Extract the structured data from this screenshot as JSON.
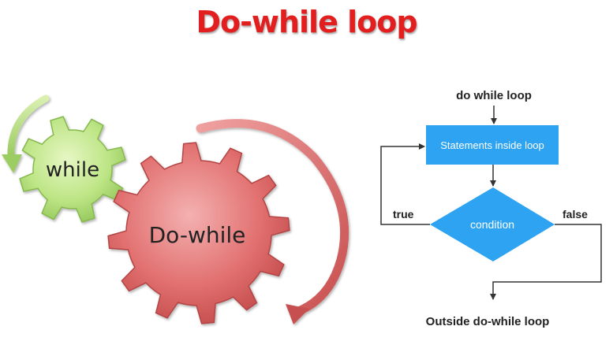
{
  "title": "Do-while loop",
  "gears": {
    "small_label": "while",
    "large_label": "Do-while"
  },
  "flowchart": {
    "start_label": "do while loop",
    "process_label": "Statements inside loop",
    "decision_label": "condition",
    "true_label": "true",
    "false_label": "false",
    "end_label": "Outside do-while loop"
  },
  "colors": {
    "title": "#e31e1e",
    "small_gear": "#b9e37f",
    "large_gear": "#e27070",
    "flow_shape": "#2ea3f2",
    "flow_line": "#333333"
  }
}
